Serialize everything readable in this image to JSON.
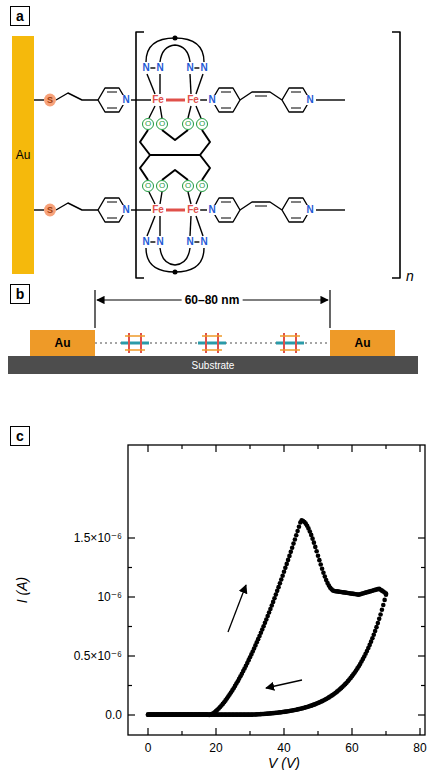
{
  "diagram": {
    "nodes": [
      {
        "text": [
          "a"
        ]
      },
      {
        "text": [
          "Au"
        ]
      },
      {
        "text": [
          "b"
        ]
      },
      {
        "text": [
          "Au"
        ]
      },
      {
        "text": [
          "Au"
        ]
      },
      {
        "text": [
          "Substrate"
        ]
      },
      {
        "text": [
          "c"
        ]
      }
    ],
    "labels": [
      "S",
      "S",
      "N",
      "Fe",
      "Fe",
      "N",
      "N",
      "N",
      "N",
      "N",
      "N",
      "O",
      "O",
      "O",
      "O",
      "O",
      "O",
      "O",
      "O",
      "N",
      "Fe",
      "Fe",
      "N",
      "N",
      "N",
      "N",
      "N",
      "N",
      "n",
      "60–80 nm",
      "1.5×10⁻⁶",
      "10⁻⁶",
      "0.5×10⁻⁶",
      "0.0",
      "0",
      "20",
      "40",
      "60",
      "80",
      "I (A)",
      "V (V)"
    ]
  }
}
